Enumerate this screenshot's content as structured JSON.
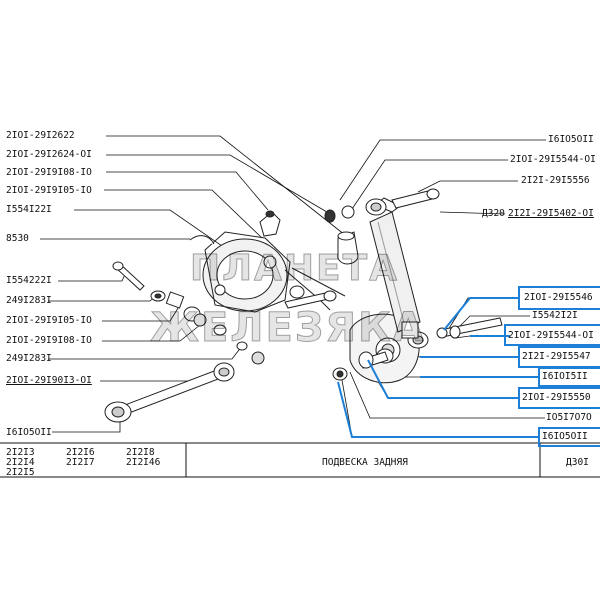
{
  "left_labels": {
    "l1": "2IOI-29I2622",
    "l2": "2IOI-29I2624-OI",
    "l3": "2IOI-29I9I08-IO",
    "l4": "2IOI-29I9I05-IO",
    "l5": "I554I22I",
    "l6": "8530",
    "l7": "I554222I",
    "l8": "249I283I",
    "l9": "2IOI-29I9I05-IO",
    "l10": "2IOI-29I9I08-IO",
    "l11": "249I283I",
    "l12": "2IOI-29I90I3-OI",
    "l13": "I6IO5OII"
  },
  "right_labels": {
    "r1": "I6IO5OII",
    "r2": "2IOI-29I5544-OI",
    "r3": "2I2I-29I5556",
    "r4_prefix": "Д320",
    "r4": "2I2I-29I5402-OI",
    "r5": "2IOI-29I5546",
    "r6": "I5542I2I",
    "r7": "2IOI-29I5544-OI",
    "r8": "2I2I-29I5547",
    "r9": "I6IOI5II",
    "r10": "2IOI-29I5550",
    "r11": "IO5I7O7O",
    "r12": "I6IO5OII"
  },
  "watermark": {
    "line1": "ПЛАНЕТА",
    "line2": "ЖЕЛЕЗЯКА"
  },
  "title_block": {
    "models": [
      "2I2I3",
      "2I2I4",
      "2I2I5",
      "2I2I6",
      "2I2I7",
      "2I2I8",
      "2I2I46"
    ],
    "title": "ПОДВЕСКА  ЗАДНЯЯ",
    "sheet": "Д30I"
  },
  "colors": {
    "highlight": "#1e7fd6",
    "line": "#111111"
  }
}
